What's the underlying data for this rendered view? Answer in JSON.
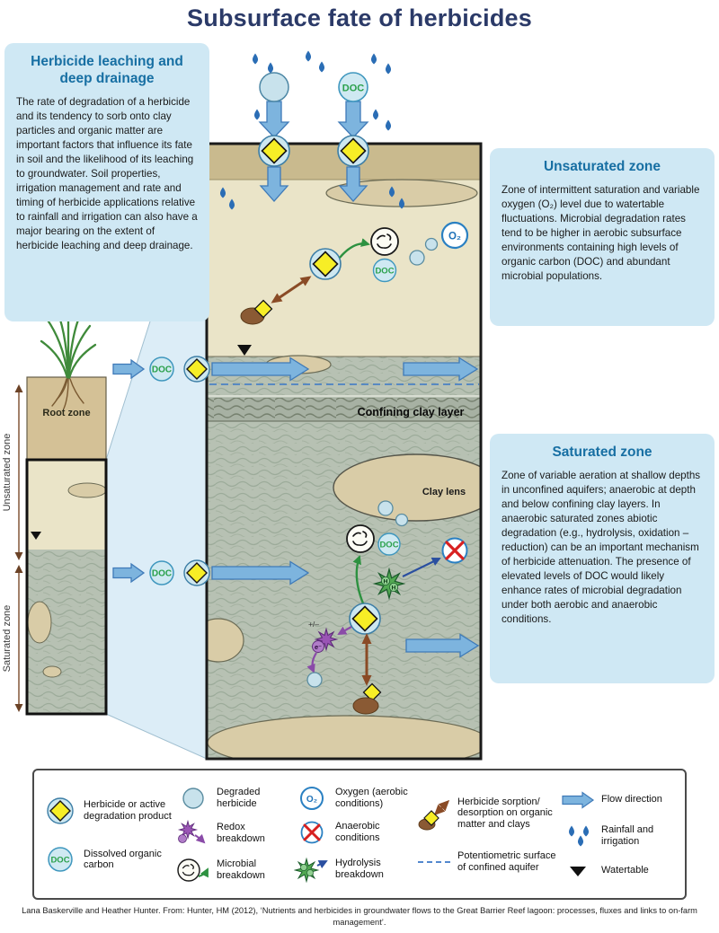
{
  "title": "Subsurface fate of herbicides",
  "panels": {
    "left": {
      "heading": "Herbicide leaching and deep drainage",
      "body": "The rate of degradation of a herbicide and its tendency to sorb onto clay particles and organic matter are important factors that influence its fate in soil and the likelihood of its leaching to groundwater.  Soil properties, irrigation management and rate and timing of herbicide applications relative to rainfall and irrigation can also have a major bearing on the extent of herbicide leaching and deep drainage."
    },
    "unsaturated": {
      "heading": "Unsaturated zone",
      "body": "Zone of intermittent saturation and variable oxygen (O₂) level due to watertable fluctuations. Microbial degradation rates tend to be higher in aerobic subsurface environments containing high levels of organic carbon (DOC) and abundant microbial populations."
    },
    "saturated": {
      "heading": "Saturated zone",
      "body": "Zone of variable aeration at shallow depths in unconfined aquifers; anaerobic at depth and below confining clay layers. In anaerobic saturated zones abiotic degradation (e.g., hydrolysis, oxidation – reduction) can be an important mechanism of herbicide attenuation. The presence of elevated levels of DOC would likely enhance rates of microbial degradation under both aerobic and anaerobic conditions."
    }
  },
  "diagram": {
    "doc": "DOC",
    "o2": "O₂",
    "e_minus": "e⁻",
    "plus_minus": "+/–",
    "h": "H",
    "confining_clay_label": "Confining clay layer",
    "clay_lens_label": "Clay lens",
    "root_zone_label": "Root zone",
    "unsaturated_zone_label": "Unsaturated zone",
    "saturated_zone_label": "Saturated zone"
  },
  "colors": {
    "herbicide_yellow": "#f7ee26",
    "doc_green": "#29a04a",
    "flow_blue": "#7db4de",
    "rain_blue": "#2a6db5",
    "anaerobic_red": "#d82020",
    "redox_purple": "#9a55b5",
    "sorption_brown": "#8a4b26",
    "panel_blue": "#cfe8f4"
  },
  "legend": {
    "items": [
      {
        "icon": "herbicide-icon",
        "label": "Herbicide or active degradation product"
      },
      {
        "icon": "doc-icon",
        "label": "Dissolved organic carbon"
      },
      {
        "icon": "degraded-herbicide-icon",
        "label": "Degraded herbicide"
      },
      {
        "icon": "redox-icon",
        "label": "Redox breakdown"
      },
      {
        "icon": "microbial-icon",
        "label": "Microbial breakdown"
      },
      {
        "icon": "oxygen-icon",
        "label": "Oxygen (aerobic conditions)"
      },
      {
        "icon": "anaerobic-icon",
        "label": "Anaerobic conditions"
      },
      {
        "icon": "hydrolysis-icon",
        "label": "Hydrolysis breakdown"
      },
      {
        "icon": "sorption-icon",
        "label": "Herbicide sorption/ desorption on organic matter and clays"
      },
      {
        "icon": "potentiometric-icon",
        "label": "Potentiometric surface of confined aquifer"
      },
      {
        "icon": "flow-direction-icon",
        "label": "Flow direction"
      },
      {
        "icon": "rainfall-icon",
        "label": "Rainfall and irrigation"
      },
      {
        "icon": "watertable-icon",
        "label": "Watertable"
      }
    ]
  },
  "attribution": "Lana Baskerville and Heather Hunter.  From: Hunter, HM (2012), ‘Nutrients and herbicides in groundwater flows to the Great Barrier Reef lagoon: processes, fluxes and links to on-farm management’."
}
